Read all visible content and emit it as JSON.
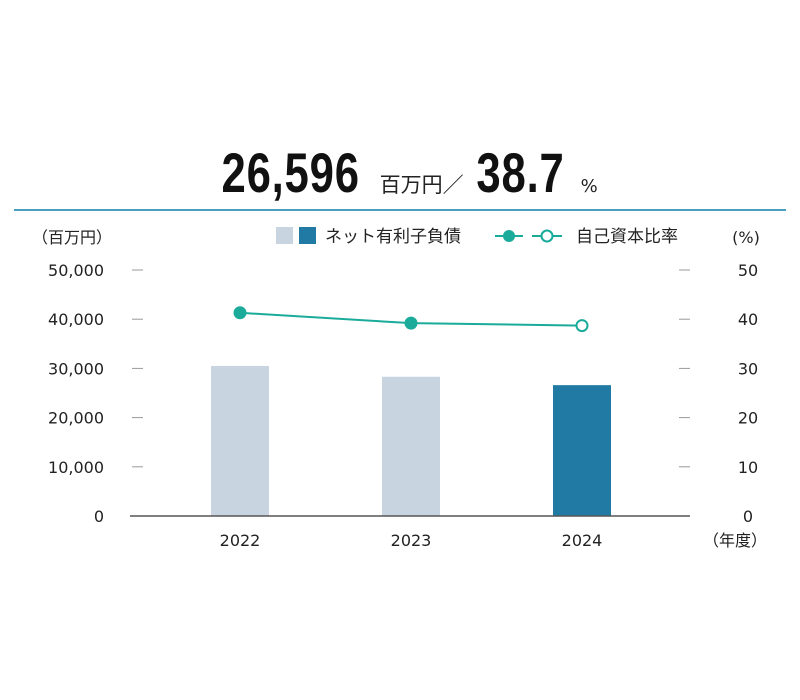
{
  "headline": {
    "value1": "26,596",
    "unit1": "百万円",
    "separator": "／",
    "value2": "38.7",
    "unit2": "%"
  },
  "chart_data": {
    "type": "bar+line",
    "categories": [
      "2022",
      "2023",
      "2024"
    ],
    "left_axis": {
      "unit_label": "（百万円）",
      "range": [
        0,
        50000
      ],
      "ticks": [
        "0",
        "10,000",
        "20,000",
        "30,000",
        "40,000",
        "50,000"
      ]
    },
    "right_axis": {
      "unit_label": "(%)",
      "range": [
        0,
        50
      ],
      "ticks": [
        "0",
        "10",
        "20",
        "30",
        "40",
        "50"
      ]
    },
    "x_unit_label": "（年度）",
    "legend": {
      "bar_label": "ネット有利子負債",
      "line_label": "自己資本比率",
      "placement": "top-right"
    },
    "series": [
      {
        "name": "ネット有利子負債",
        "type": "bar",
        "axis": "left",
        "values": [
          30500,
          28300,
          26596
        ]
      },
      {
        "name": "自己資本比率",
        "type": "line",
        "axis": "right",
        "values": [
          41.3,
          39.2,
          38.7
        ]
      }
    ],
    "colors": {
      "bar_past": "#c8d4e0",
      "bar_current": "#217aa3",
      "line": "#1aab9b",
      "rule": "#4a9fc0",
      "axis": "#555555"
    },
    "grid": false
  }
}
